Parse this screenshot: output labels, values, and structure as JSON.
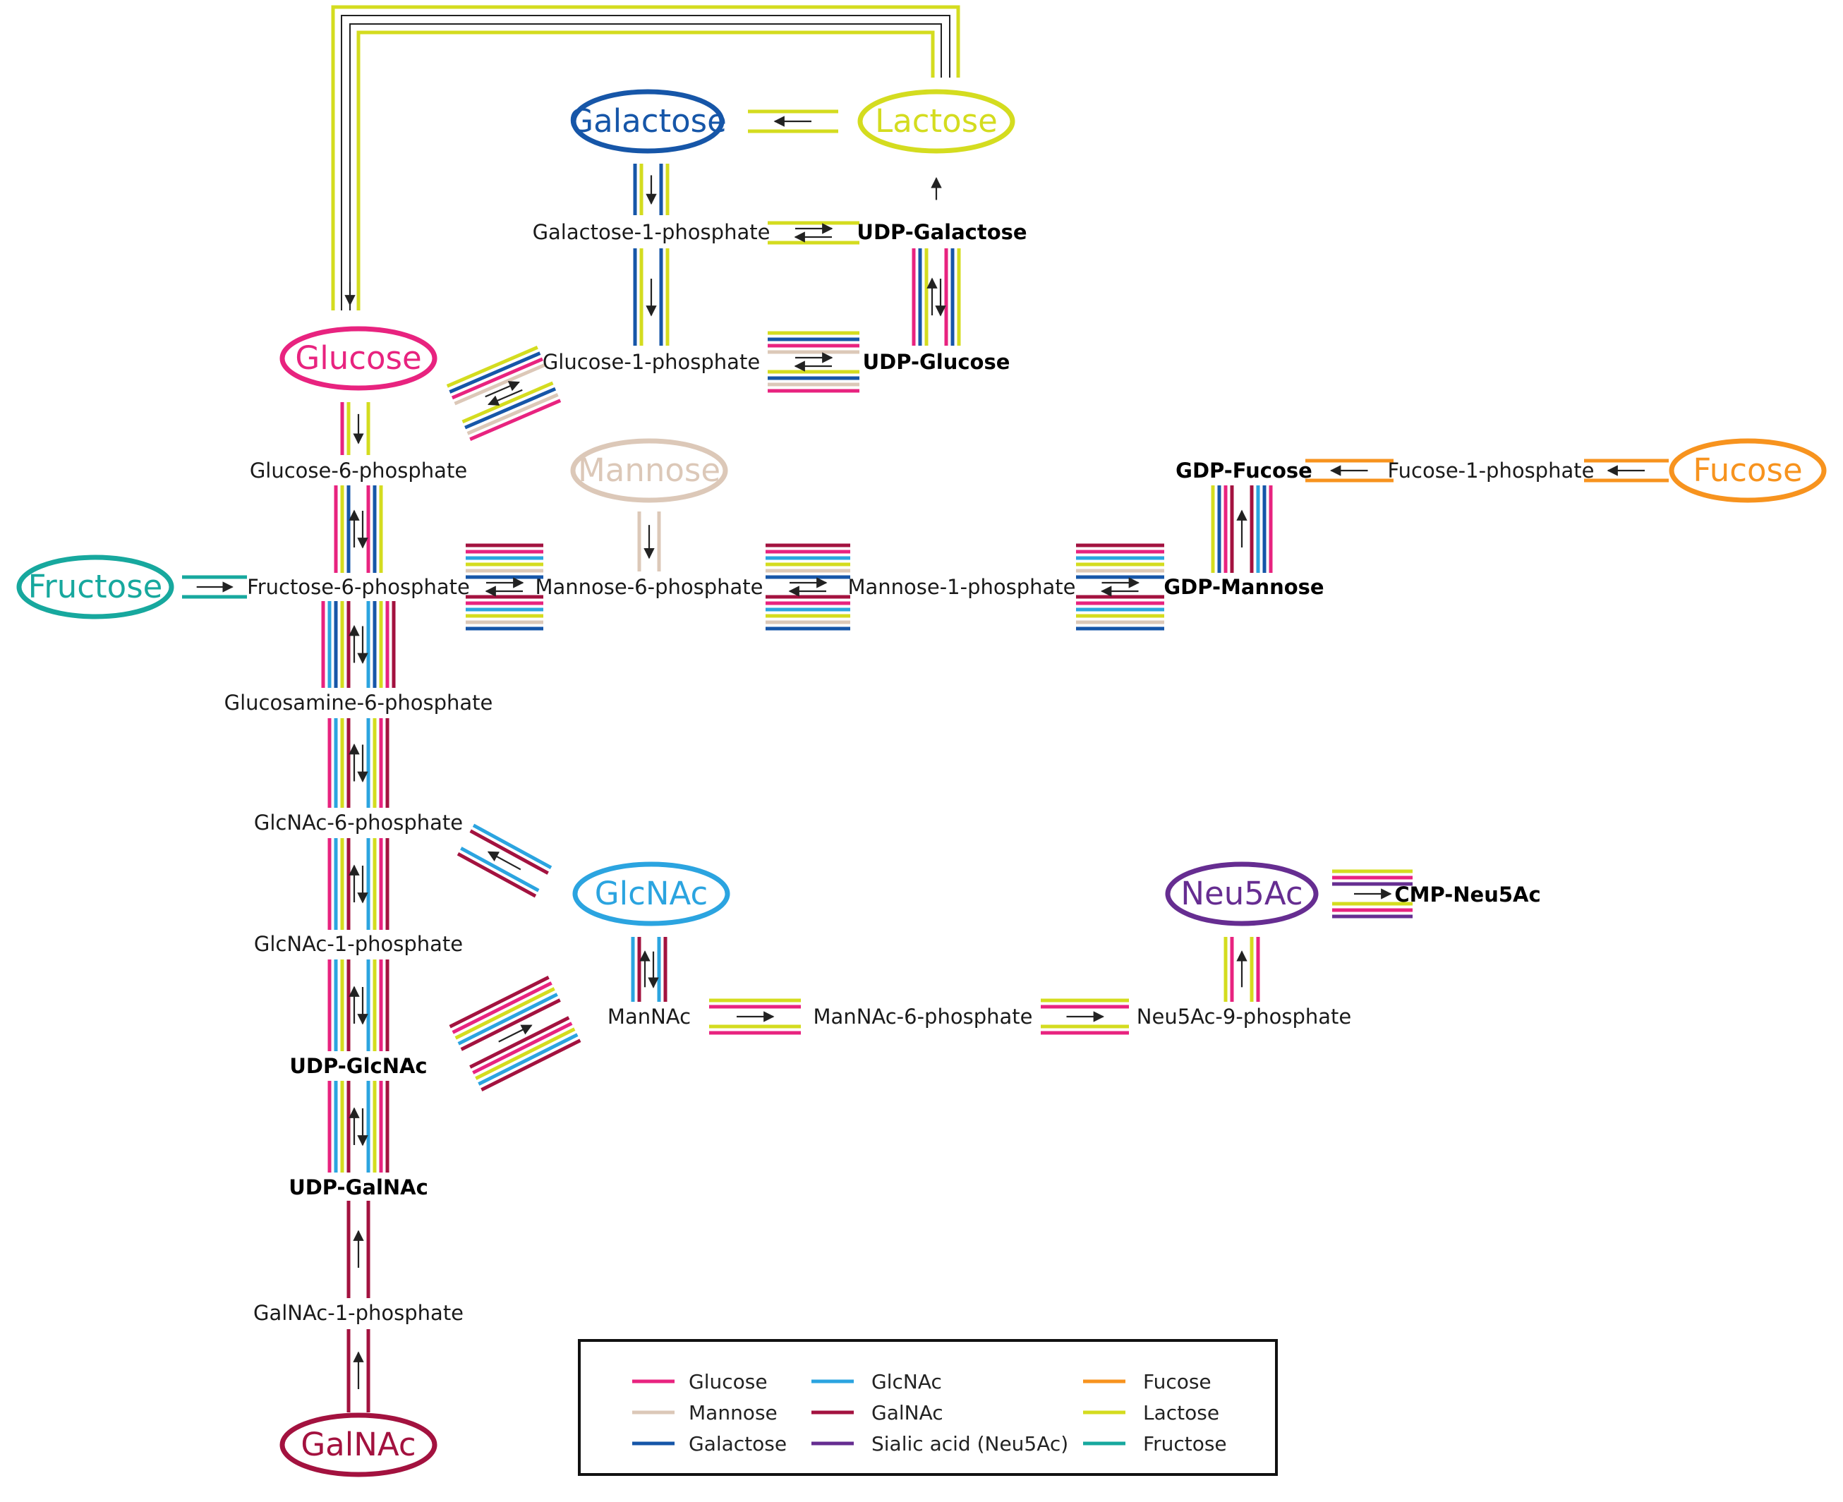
{
  "colors": {
    "glucose": "#e8237f",
    "mannose": "#dcc8b8",
    "galactose": "#1656a8",
    "glcnac": "#2ba4e0",
    "galnac": "#a3123f",
    "neu5ac": "#662d91",
    "fucose": "#f7931e",
    "lactose": "#d4dc1f",
    "fructose": "#17a89e",
    "arrow": "#222222"
  },
  "sugars": {
    "galactose": "Galactose",
    "lactose": "Lactose",
    "glucose": "Glucose",
    "mannose": "Mannose",
    "fucose": "Fucose",
    "fructose": "Fructose",
    "glcnac": "GlcNAc",
    "neu5ac": "Neu5Ac",
    "galnac": "GalNAc"
  },
  "metabolites": {
    "gal1p": "Galactose-1-phosphate",
    "udp_gal": "UDP-Galactose",
    "glc1p": "Glucose-1-phosphate",
    "udp_glc": "UDP-Glucose",
    "glc6p": "Glucose-6-phosphate",
    "gdp_fuc": "GDP-Fucose",
    "fuc1p": "Fucose-1-phosphate",
    "fru6p": "Fructose-6-phosphate",
    "man6p": "Mannose-6-phosphate",
    "man1p": "Mannose-1-phosphate",
    "gdp_man": "GDP-Mannose",
    "glcn6p": "Glucosamine-6-phosphate",
    "glcnac6p": "GlcNAc-6-phosphate",
    "cmp_neu5ac": "CMP-Neu5Ac",
    "glcnac1p": "GlcNAc-1-phosphate",
    "mannac": "ManNAc",
    "mannac6p": "ManNAc-6-phosphate",
    "neu5ac9p": "Neu5Ac-9-phosphate",
    "udp_glcnac": "UDP-GlcNAc",
    "udp_galnac": "UDP-GalNAc",
    "galnac1p": "GalNAc-1-phosphate"
  },
  "legend": {
    "glucose": "Glucose",
    "mannose": "Mannose",
    "galactose": "Galactose",
    "glcnac": "GlcNAc",
    "galnac": "GalNAc",
    "neu5ac": "Sialic acid (Neu5Ac)",
    "fucose": "Fucose",
    "lactose": "Lactose",
    "fructose": "Fructose"
  }
}
